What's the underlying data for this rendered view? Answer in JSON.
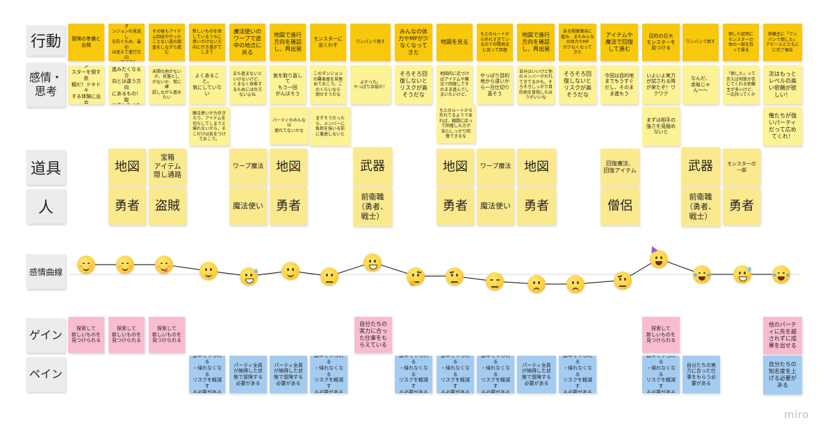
{
  "brand": "miro",
  "row_labels": {
    "action": "行動",
    "feeling": "感情・\n思考",
    "tools": "道具",
    "people": "人",
    "emotion_curve": "感情曲線",
    "gain": "ゲイン",
    "pain": "ペイン"
  },
  "actions": [
    "冒険の準備と\n出発",
    "アイテムや隠しダ\nンジョンの見逃し\nを防ぐため、最初\nは迷えて進行方向\nと逆に進む",
    "その後もアイテ\nム回収や行った\nことない道の調\n査をしながら進\nむ",
    "新しいものを探\nしているうちに\n思いがけない方\n向に行き過ぎて\nしまう",
    "魔法使いの\nワープで途\n中の地点に\n戻る",
    "地図で進行\n方向を確認\nし、再出発",
    "モンスターに\n出くわす",
    "ワンパンで倒す",
    "みんなの体\n力やMPが少\nなくなって\nきた",
    "地図を見る",
    "もとのルートか\nら外れすぎてい\nるので中間地点\nに戻って回復",
    "地図で進行\n方向を確認\nし、再出発",
    "ある程度順当に\n進み、またみんな\nの体力やMP\nが少なくなって\nきた",
    "アイテムや\n魔法で回復\nして進む",
    "目的の巨大\nモンスターを\n見つける",
    "ワンパンで倒す",
    "倒した証明に\nモンスターの\n体の一部を持\nって帰る",
    "依頼主に「ワン\nパンで倒した」\nアピールとともに\nに完了報告"
  ],
  "feelings_primary": [
    "今日は西のモン\nスターを倒す依\n頼だ！ドキドキ\nする体験に出会\nえるといいな",
    "お宝はいかにも\n進みたくなる方\n向とは違う方向\nにあるもの！取\nり逃したくない",
    "未開の地がない\nか、見落とし\nがないか、常に確\n認しながら進み\nたい",
    "よくあること。\n気にしていない",
    "また進まないと\nいけないけど、\nくまなく探索す\nるためには仕方\nないよね",
    "気を取り直して\nもう一回\nがんばろう",
    "このダンジョン\nの難易度を見極\nめておこう。こ\nのくらいなら\n倒せそうだな",
    "よかった。\nやっぱり余裕だ！",
    "そろそろ回\n復しないと\nリスクが高\nそうだな",
    "地図的に近づけ\nばアイテムや魔\n法で回復してそ\nのまま進んでし\nまいたいけど、",
    "やっぱり目的\n地から遠いか\nら一旦仕切り\n直そう",
    "自分はいいけど他\nのメンバーがだれ\nてきてるかも。そ\nろそろしっかり目\n的地を目指したほ\nうがいいな",
    "そろそろ回\n復しないと\nリスクが高\nそうだな",
    "今回は目的地\nまでもうすぐ\nだし、そのま\nま進もう",
    "いよいよ実力\nが試される時\nが来たぞ！ワ\nクワク",
    "なんだ、\n余裕じゃん〜〜",
    "「倒した」って\n言えば何故か信\nじてくれる依頼\n主が多いけど、\n一応持ってくか",
    "次はもっと\nレベルの高\nい依頼が欲\nしい！"
  ],
  "feelings_secondary": [
    "魔法使いが力尽き\nたり、アイテムを\n切らしてしまうと\n帰れないから、そ\nこだけは気をつけ\nておこう。",
    "パーティのみんなは\n疲れてないかな",
    "まずそうだった\nら、メンバーに\n負担を強いる前\nに撤退しないと",
    "もとのルートから\n外れてるようであ\nれば、戦闘に戻っ\nて回復した方が\n安心しっかり回\n復できるな",
    "まずは相手の\n強さを見極め\nないと",
    "俺たちが強\nいパーティ\nだって広め\nてくれ！"
  ],
  "tools": [
    "地図",
    "宝箱\nアイテム\n隠し通路",
    "ワープ魔法",
    "地図",
    "武器",
    "地図",
    "ワープ魔法",
    "地図",
    "回復魔法、\n回復アイテム",
    "武器",
    "モンスターの\n一部"
  ],
  "people": [
    "勇者",
    "盗賊",
    "魔法使い",
    "勇者",
    "前衛職\n（勇者、\n戦士）",
    "勇者",
    "魔法使い",
    "勇者",
    "僧侶",
    "前衛職\n（勇者、\n戦士）",
    "勇者"
  ],
  "emotions": [
    {
      "name": "smiling-face",
      "level": 0.78
    },
    {
      "name": "smirking-face",
      "level": 0.78
    },
    {
      "name": "yum-face",
      "level": 0.78
    },
    {
      "name": "slight-smile-face",
      "level": 0.6
    },
    {
      "name": "sweat-smile-face",
      "level": 0.45
    },
    {
      "name": "slight-smile-face",
      "level": 0.6
    },
    {
      "name": "neutral-face",
      "level": 0.45
    },
    {
      "name": "grin-face",
      "level": 0.85
    },
    {
      "name": "thinking-face",
      "level": 0.45
    },
    {
      "name": "raised-eyebrow-face",
      "level": 0.45
    },
    {
      "name": "expressionless-face",
      "level": 0.3
    },
    {
      "name": "slight-frown-face",
      "level": 0.22
    },
    {
      "name": "frown-face",
      "level": 0.22
    },
    {
      "name": "raised-eyebrow-face",
      "level": 0.33
    },
    {
      "name": "party-face",
      "level": 0.95
    },
    {
      "name": "joy-face",
      "level": 0.5
    },
    {
      "name": "sweat-smile-face",
      "level": 0.5
    },
    {
      "name": "joy-face",
      "level": 0.5
    }
  ],
  "gains": {
    "a": "探索して\n新しいものを\n見つけられる",
    "b": "探索して\n新しいものを\n見つけられる",
    "c": "探索して\n新しいものを\n見つけられる",
    "d": "自分たちの\n実力に合っ\nた仕事をも\nらえている",
    "e": "探索して\n新しいものを\n見つけられる",
    "f": "他のパーテ\nィに先を越\nされずに成\n果を出せる"
  },
  "pains": {
    "a": "途中でやられる\n・帰れなくなる\nリスクを軽減す\nる必要がある",
    "b": "パーティ全員\nが納得した状\n態で冒険する\n必要がある",
    "c": "パーティ全員\nが納得した状\n態で冒険する\n必要がある",
    "d": "途中でやられる\n・帰れなくなる\nリスクを軽減す\nる必要がある",
    "e": "途中でやられる\n・帰れなくなる\nリスクを軽減す\nる必要がある",
    "f": "途中でやられる\n・帰れなくなる\nリスクを軽減す\nる必要がある",
    "g": "途中でやられる\n・帰れなくなる\nリスクを軽減す\nる必要がある",
    "h": "パーティ全員\nが納得した状\n態で冒険する\n必要がある",
    "i": "途中でやられる\n・帰れなくなる\nリスクを軽減す\nる必要がある",
    "j": "途中でやられる\n・帰れなくなる\nリスクを軽減す\nる必要がある",
    "k": "自分たちの実\n力に合った仕\n事をもらう必\n要がある",
    "l": "自分たちの\n知名度を上\nげる必要が\nある"
  }
}
